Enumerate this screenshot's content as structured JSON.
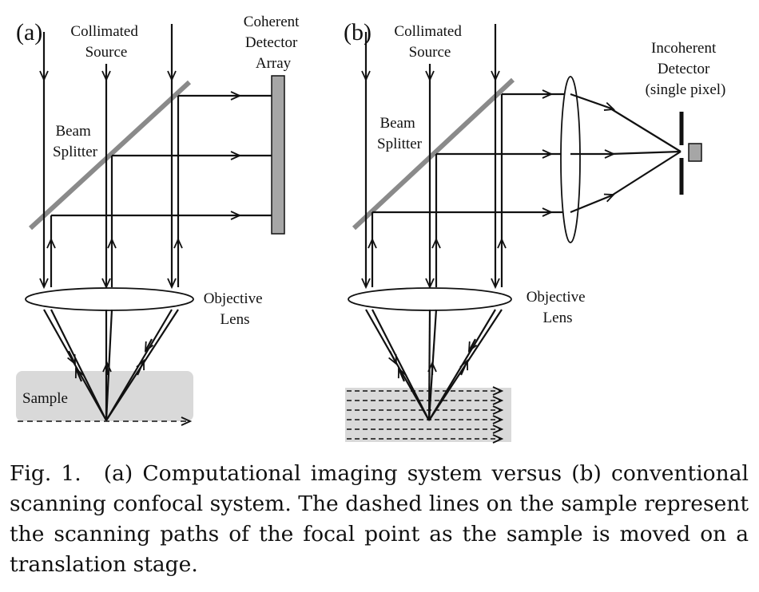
{
  "panel_a": {
    "label": "(a)",
    "source_label": [
      "Collimated",
      "Source"
    ],
    "detector_label": [
      "Coherent",
      "Detector",
      "Array"
    ],
    "splitter_label": [
      "Beam",
      "Splitter"
    ],
    "lens_label": [
      "Objective",
      "Lens"
    ],
    "sample_label": "Sample"
  },
  "panel_b": {
    "label": "(b)",
    "source_label": [
      "Collimated",
      "Source"
    ],
    "detector_label": [
      "Incoherent",
      "Detector",
      "(single pixel)"
    ],
    "splitter_label": [
      "Beam",
      "Splitter"
    ],
    "lens_label": [
      "Objective",
      "Lens"
    ]
  },
  "caption": {
    "number": "Fig. 1.",
    "text": "(a) Computational imaging system versus (b) conventional scanning confocal system. The dashed lines on the sample represent the scanning paths of the focal point as the sample is moved on a translation stage."
  },
  "colors": {
    "ink": "#111111",
    "splitter": "#8a8a8a",
    "detector_fill": "#a6a6a6",
    "sample_fill": "#d9d9d9"
  }
}
